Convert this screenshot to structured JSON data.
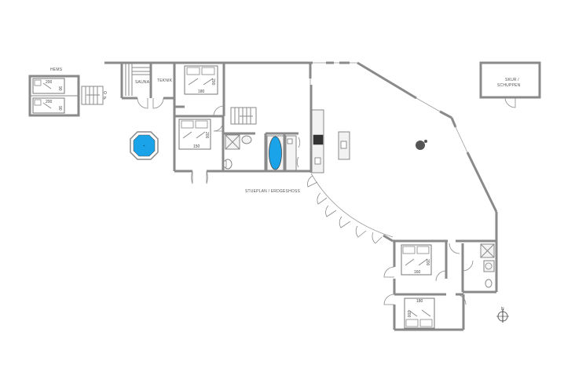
{
  "plan": {
    "title": "STUEPLAN / ERDGESHOSS",
    "rooms": {
      "hems": "HEMS",
      "sauna": "SAUNA",
      "teknik": "TEKNIK",
      "shed_line1": "SKUR /",
      "shed_line2": "SCHUPPEN"
    },
    "beds": {
      "hems_bed1_len": "200",
      "hems_bed1_w": "90",
      "hems_bed2_len": "200",
      "hems_bed2_w": "90",
      "bedroom1_len": "200",
      "bedroom1_w": "180",
      "bedroom2_len": "200",
      "bedroom2_w": "150",
      "bedroom3_len": "200",
      "bedroom3_w": "160",
      "bedroom4_len": "200",
      "bedroom4_w": "180"
    },
    "compass": "N",
    "stair_marks": [
      "O",
      "P"
    ],
    "colors": {
      "wall": "#8a8a8a",
      "water": "#1aa3e8",
      "kitchen_counter": "#f2f2f2",
      "hob": "#333333",
      "stove": "#555555"
    }
  }
}
